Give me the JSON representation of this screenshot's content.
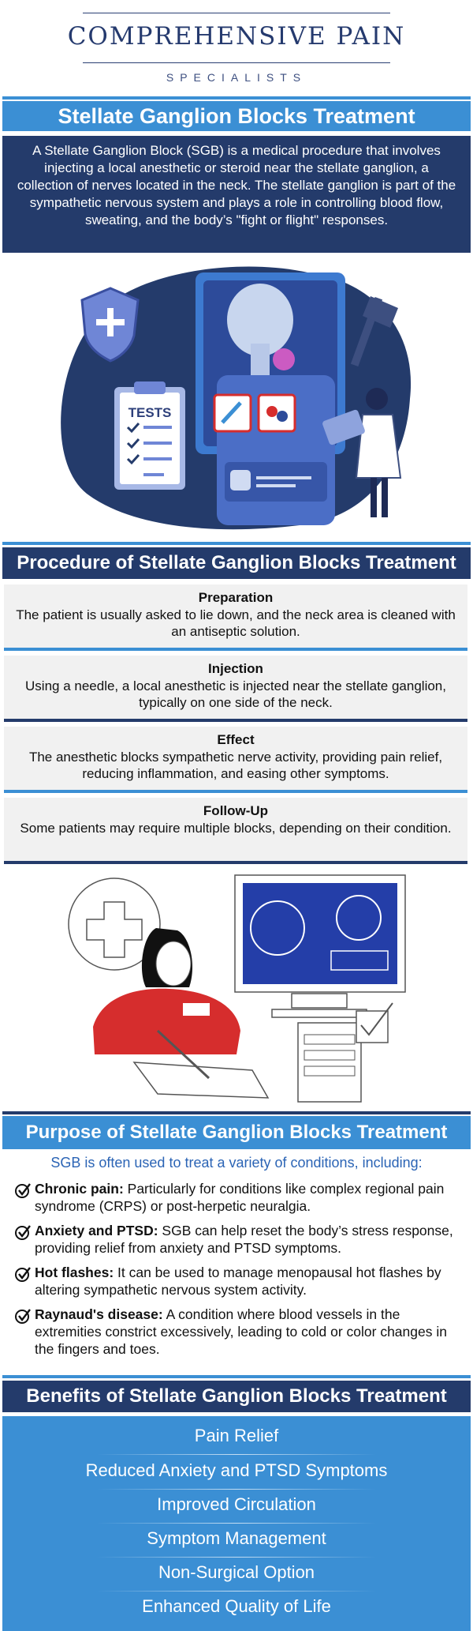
{
  "header": {
    "brand_title": "COMPREHENSIVE PAIN",
    "brand_sub": "SPECIALISTS"
  },
  "intro": {
    "title": "Stellate Ganglion Blocks Treatment",
    "text": "A Stellate Ganglion Block (SGB) is a medical procedure that involves injecting a local anesthetic or steroid near the stellate ganglion, a collection of nerves located in the neck. The stellate ganglion is part of the sympathetic nervous system and plays a role in controlling blood flow, sweating, and the body’s \"fight or flight\" responses."
  },
  "illustration1": {
    "tests_label": "TESTS"
  },
  "procedure": {
    "title": "Procedure of Stellate Ganglion Blocks Treatment",
    "steps": [
      {
        "title": "Preparation",
        "body": "The patient is usually asked to lie down, and the neck area is cleaned with an antiseptic solution."
      },
      {
        "title": "Injection",
        "body": "Using a needle, a local anesthetic is injected near the stellate ganglion, typically on one side of the neck."
      },
      {
        "title": "Effect",
        "body": "The anesthetic blocks sympathetic nerve activity, providing pain relief, reducing inflammation, and easing other symptoms."
      },
      {
        "title": "Follow-Up",
        "body": "Some patients may require multiple blocks, depending on their condition."
      }
    ]
  },
  "purpose": {
    "title": "Purpose of Stellate Ganglion Blocks Treatment",
    "intro": "SGB is often used to treat a variety of conditions, including:",
    "conditions": [
      {
        "term": "Chronic pain:",
        "text": " Particularly for conditions like complex regional pain syndrome (CRPS) or post-herpetic neuralgia."
      },
      {
        "term": "Anxiety and PTSD:",
        "text": " SGB can help reset the body’s stress response, providing relief from anxiety and PTSD symptoms."
      },
      {
        "term": "Hot flashes:",
        "text": " It can be used to manage menopausal hot flashes by altering sympathetic nervous system activity."
      },
      {
        "term": "Raynaud's disease:",
        "text": " A condition where blood vessels in the extremities constrict excessively, leading to cold or color changes in the fingers and toes."
      }
    ]
  },
  "benefits": {
    "title": "Benefits of Stellate Ganglion Blocks Treatment",
    "items": [
      "Pain Relief",
      "Reduced Anxiety and PTSD Symptoms",
      "Improved Circulation",
      "Symptom Management",
      "Non-Surgical Option",
      "Enhanced Quality of Life"
    ]
  },
  "colors": {
    "navy": "#243b6b",
    "blue": "#3b8fd4",
    "light_blue_bar": "#3b8fd4",
    "dark_bar": "#243b6b",
    "step_bg": "#f1f1f1",
    "accent_red": "#d62d2d"
  }
}
